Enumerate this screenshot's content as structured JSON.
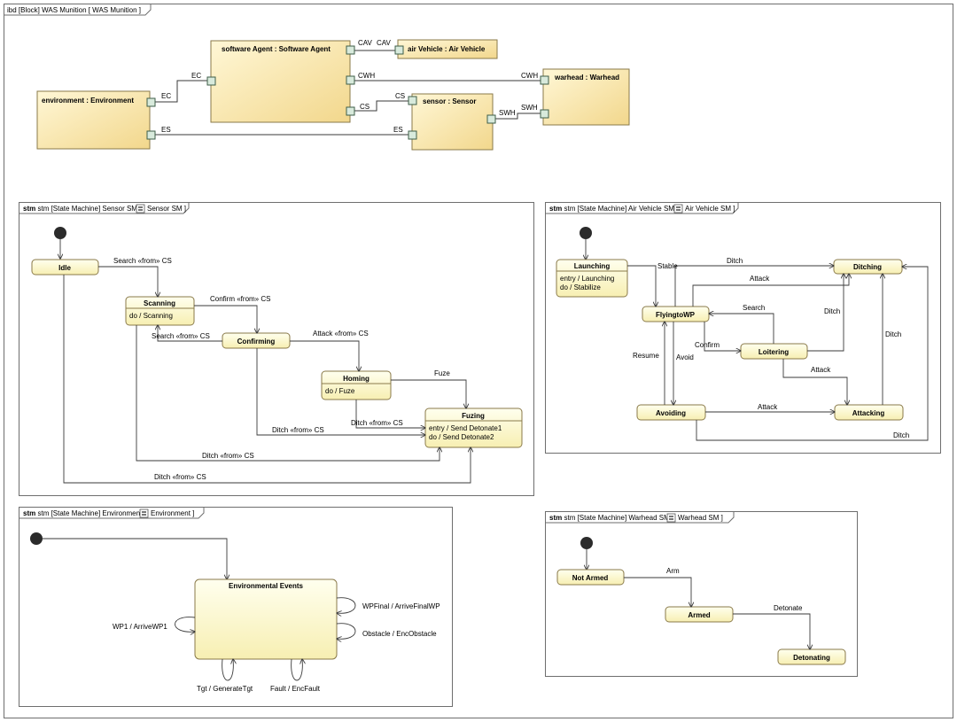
{
  "ibd": {
    "frame_title": "ibd [Block] WAS Munition [ WAS Munition ]",
    "blocks": {
      "software_agent": "software Agent : Software Agent",
      "air_vehicle": "air Vehicle : Air Vehicle",
      "warhead": "warhead : Warhead",
      "environment": "environment : Environment",
      "sensor": "sensor : Sensor"
    },
    "port_labels": {
      "cav1": "CAV",
      "cav2": "CAV",
      "cwh1": "CWH",
      "cwh2": "CWH",
      "ec1": "EC",
      "ec2": "EC",
      "cs1": "CS",
      "cs2": "CS",
      "es1": "ES",
      "es2": "ES",
      "swh1": "SWH",
      "swh2": "SWH"
    }
  },
  "sensor_sm": {
    "frame_title": "stm [State Machine] Sensor SM [",
    "frame_title_end": "Sensor SM ]",
    "states": {
      "idle": "Idle",
      "scanning": "Scanning",
      "scanning_do": "do / Scanning",
      "confirming": "Confirming",
      "homing": "Homing",
      "homing_do": "do / Fuze",
      "fuzing": "Fuzing",
      "fuzing_entry": "entry / Send Detonate1",
      "fuzing_do": "do / Send Detonate2"
    },
    "transitions": {
      "search1": "Search «from» CS",
      "confirm": "Confirm «from» CS",
      "search2": "Search «from» CS",
      "attack": "Attack «from» CS",
      "fuze": "Fuze",
      "ditch1": "Ditch «from» CS",
      "ditch2": "Ditch «from» CS",
      "ditch3": "Ditch «from» CS",
      "ditch4": "Ditch «from» CS"
    }
  },
  "air_vehicle_sm": {
    "frame_title": "stm [State Machine] Air Vehicle SM [",
    "frame_title_end": "Air Vehicle SM ]",
    "states": {
      "launching": "Launching",
      "launching_entry": "entry / Launching",
      "launching_do": "do / Stabilize",
      "ditching": "Ditching",
      "flyingtowp": "FlyingtoWP",
      "loitering": "Loitering",
      "avoiding": "Avoiding",
      "attacking": "Attacking"
    },
    "transitions": {
      "stable": "Stable",
      "ditch_top": "Ditch",
      "attack_top": "Attack",
      "search": "Search",
      "ditch_loiter": "Ditch",
      "ditch_attack": "Ditch",
      "confirm": "Confirm",
      "resume": "Resume",
      "avoid": "Avoid",
      "attack_loiter": "Attack",
      "attack_avoid": "Attack",
      "ditch_avoid": "Ditch"
    }
  },
  "environment_sm": {
    "frame_title": "stm [State Machine] Environment [",
    "frame_title_end": "Environment ]",
    "states": {
      "events": "Environmental Events"
    },
    "transitions": {
      "wpfinal": "WPFinal / ArriveFinalWP",
      "wp1": "WP1 / ArriveWP1",
      "obstacle": "Obstacle / EncObstacle",
      "tgt": "Tgt / GenerateTgt",
      "fault": "Fault / EncFault"
    }
  },
  "warhead_sm": {
    "frame_title": "stm [State Machine] Warhead SM [",
    "frame_title_end": "Warhead SM ]",
    "states": {
      "not_armed": "Not Armed",
      "armed": "Armed",
      "detonating": "Detonating"
    },
    "transitions": {
      "arm": "Arm",
      "detonate": "Detonate"
    }
  }
}
